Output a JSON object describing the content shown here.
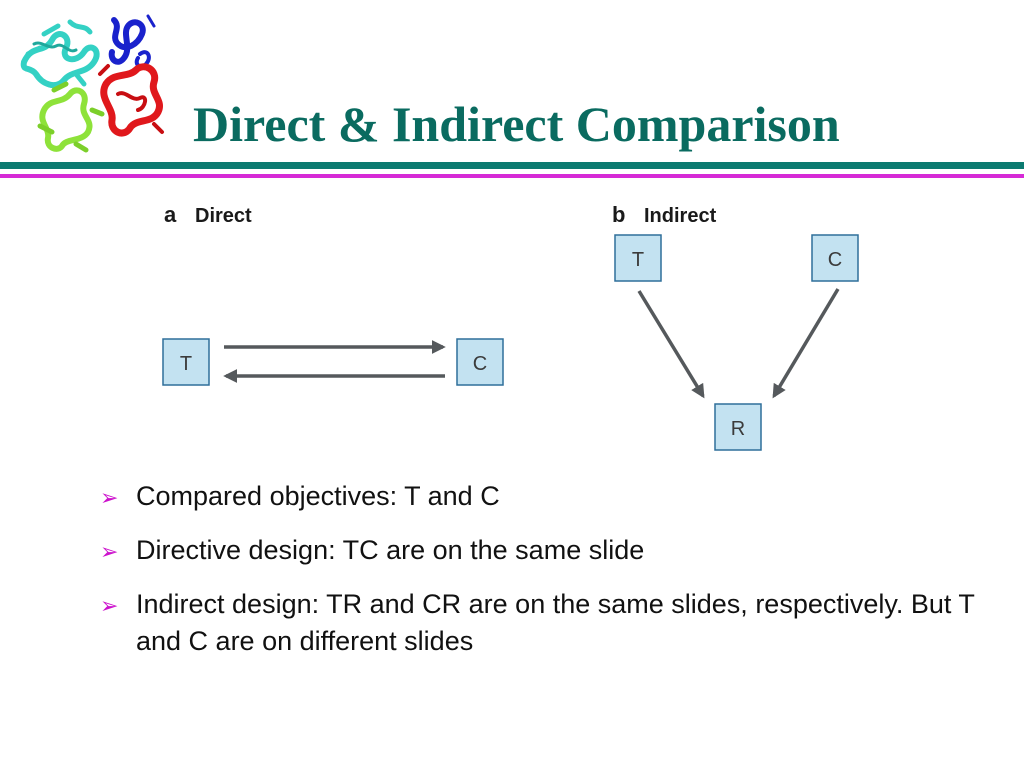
{
  "slide": {
    "title": "Direct & Indirect Comparison",
    "colors": {
      "title": "#0a6b60",
      "rule_teal": "#0b7a70",
      "rule_magenta": "#d62ad6",
      "bullet_marker": "#cc11cc",
      "node_fill": "#c3e2f1"
    },
    "logo_icon": "protein-structure-icon"
  },
  "diagram": {
    "panel_a": {
      "letter": "a",
      "label": "Direct",
      "nodes": {
        "t": "T",
        "c": "C"
      }
    },
    "panel_b": {
      "letter": "b",
      "label": "Indirect",
      "nodes": {
        "t": "T",
        "c": "C",
        "r": "R"
      }
    }
  },
  "bullets": {
    "marker": "➢",
    "items": [
      {
        "text": "Compared objectives: T and C"
      },
      {
        "text": "Directive design: TC are on the same slide"
      },
      {
        "text": "Indirect design: TR and CR are on the same slides, respectively. But T and C are on different slides"
      }
    ]
  }
}
